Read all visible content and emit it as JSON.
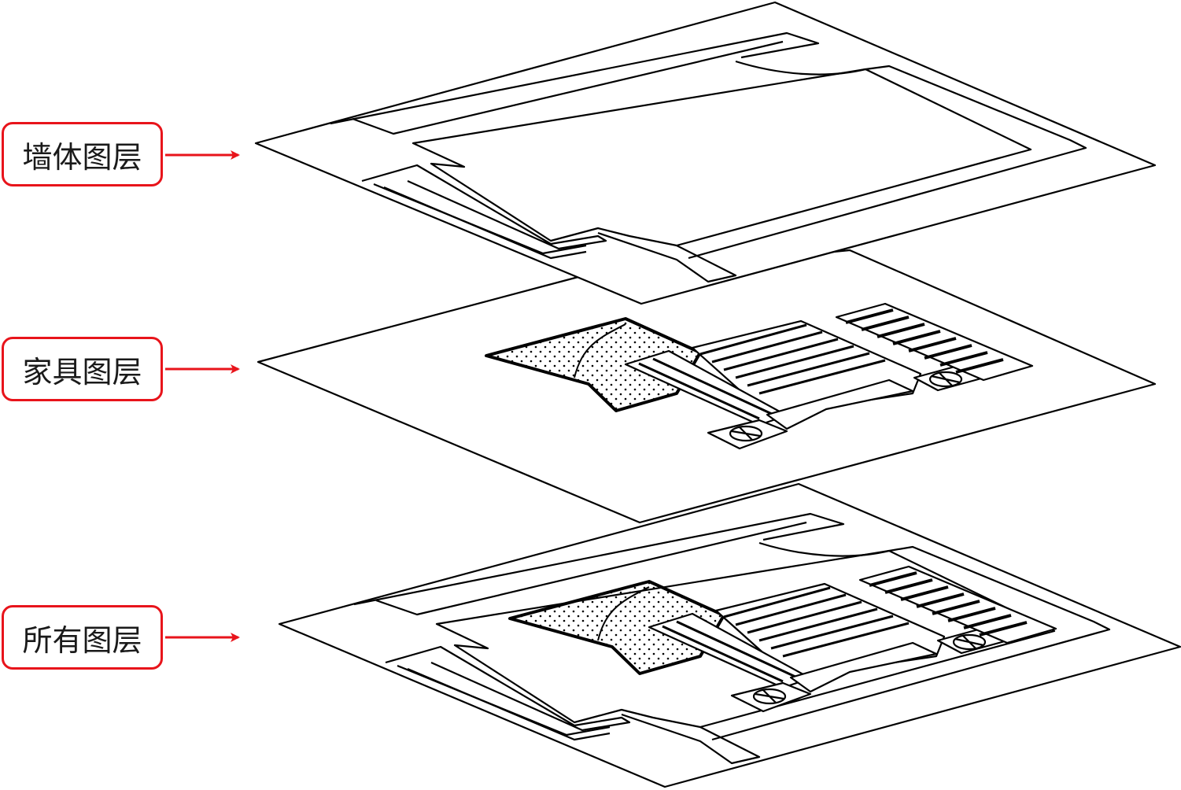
{
  "labels": {
    "wall": "墙体图层",
    "furniture": "家具图层",
    "all": "所有图层"
  },
  "colors": {
    "label_border": "#e8141b",
    "arrow": "#e8141b",
    "line": "#000000"
  }
}
